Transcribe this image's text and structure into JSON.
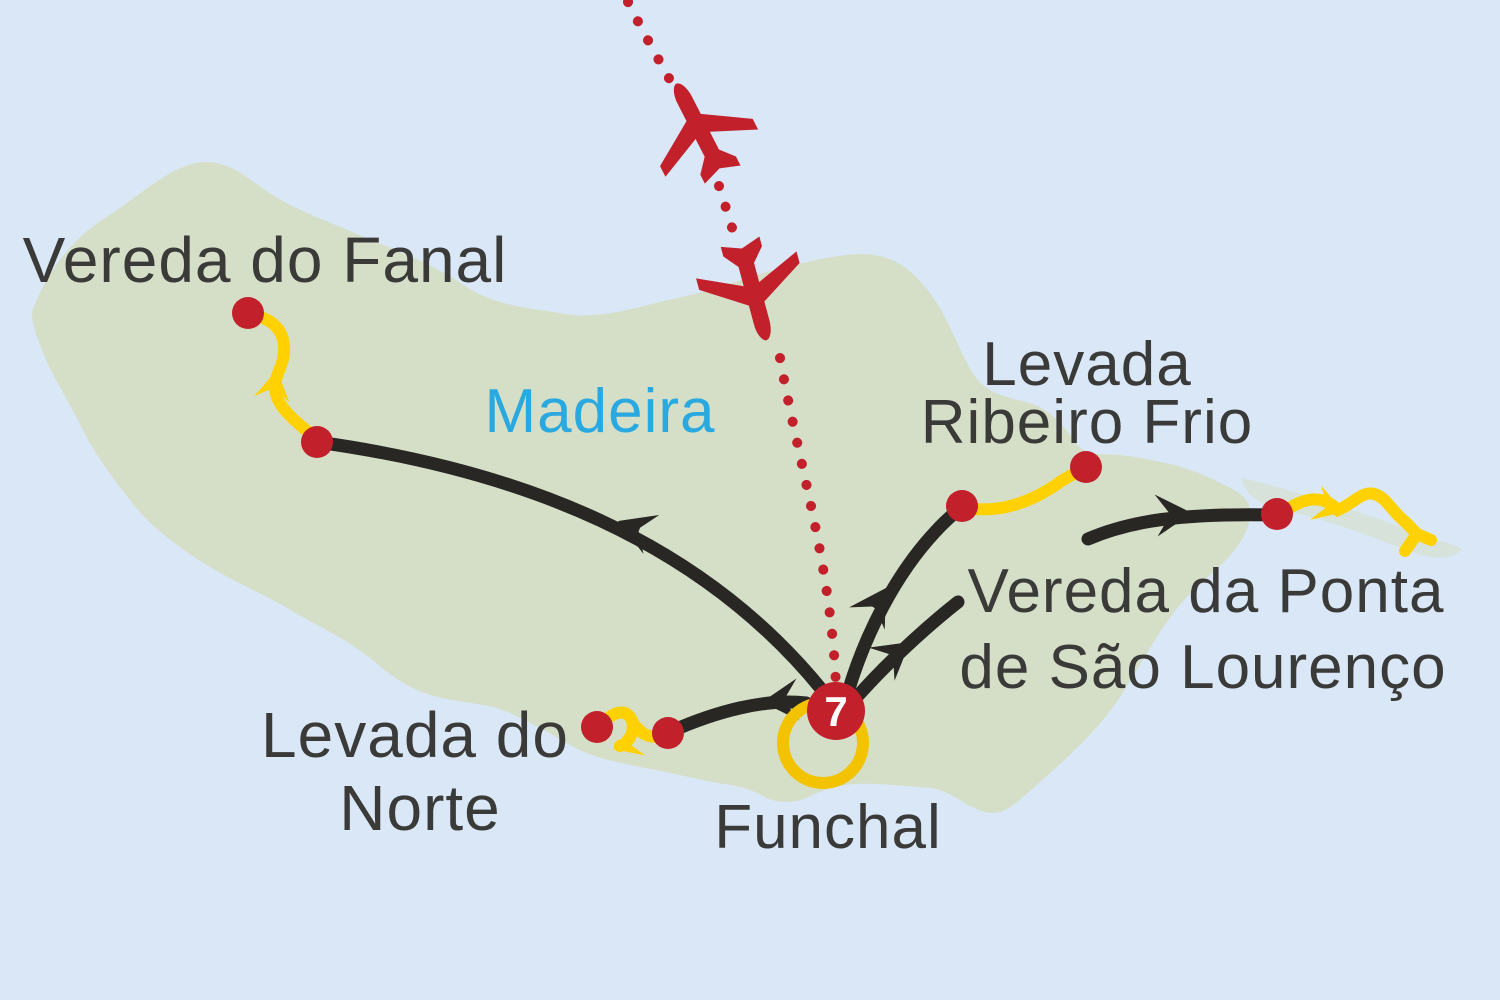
{
  "map": {
    "island_label": "Madeira",
    "hub": {
      "city_label": "Funchal",
      "day_badge": "7"
    },
    "locations": {
      "fanal": {
        "label": "Vereda do Fanal"
      },
      "ribeiro_frio": {
        "line1": "Levada",
        "line2": "Ribeiro Frio"
      },
      "ponta_sao_lourenco": {
        "line1": "Vereda da Ponta",
        "line2": "de São Lourenço"
      },
      "levada_norte": {
        "line1": "Levada do",
        "line2": "Norte"
      }
    },
    "icons": [
      "airplane-departing-icon",
      "airplane-arriving-icon",
      "trail-marker-dot",
      "route-arrowhead",
      "funchal-ring"
    ],
    "colors": {
      "ocean": "#D9E7F6",
      "land": "#D5DFC8",
      "land_faded": "#D5DFC8",
      "route_black": "#282724",
      "trail_yellow": "#FFD100",
      "ring_yellow": "#F3C300",
      "marker_red": "#C2202B",
      "label_text": "#3A3A39",
      "island_label_blue": "#2AA9E0",
      "badge_text": "#FFFFFF"
    }
  }
}
